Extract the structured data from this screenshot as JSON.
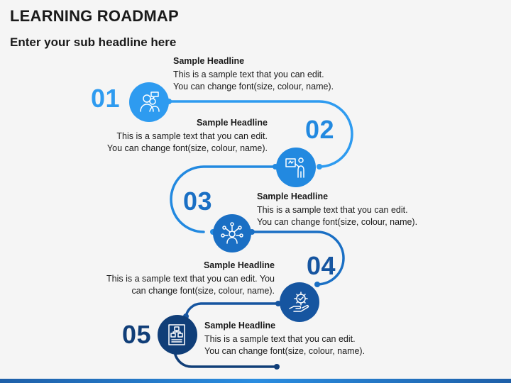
{
  "title": "LEARNING ROADMAP",
  "subtitle": "Enter your sub headline here",
  "steps": [
    {
      "num": "01",
      "headline": "Sample Headline",
      "line1": "This is a sample text that you can edit.",
      "line2": "You can change font(size, colour, name).",
      "color": "#2e9bf0",
      "icon": "people-chat-icon"
    },
    {
      "num": "02",
      "headline": "Sample Headline",
      "line1": "This is a sample text that you can edit.",
      "line2": "You can change font(size, colour, name).",
      "color": "#2289e0",
      "icon": "presenter-board-icon"
    },
    {
      "num": "03",
      "headline": "Sample Headline",
      "line1": "This is a sample text that you can edit.",
      "line2": "You can change font(size, colour, name).",
      "color": "#1a6fc4",
      "icon": "network-person-icon"
    },
    {
      "num": "04",
      "headline": "Sample Headline",
      "line1": "This is a sample text that you can edit. You",
      "line2": "can change font(size, colour, name).",
      "color": "#1655a0",
      "icon": "gear-hand-icon"
    },
    {
      "num": "05",
      "headline": "Sample Headline",
      "line1": "This is a sample text that you can edit.",
      "line2": "You can change font(size, colour, name).",
      "color": "#103e78",
      "icon": "flowchart-document-icon"
    }
  ]
}
